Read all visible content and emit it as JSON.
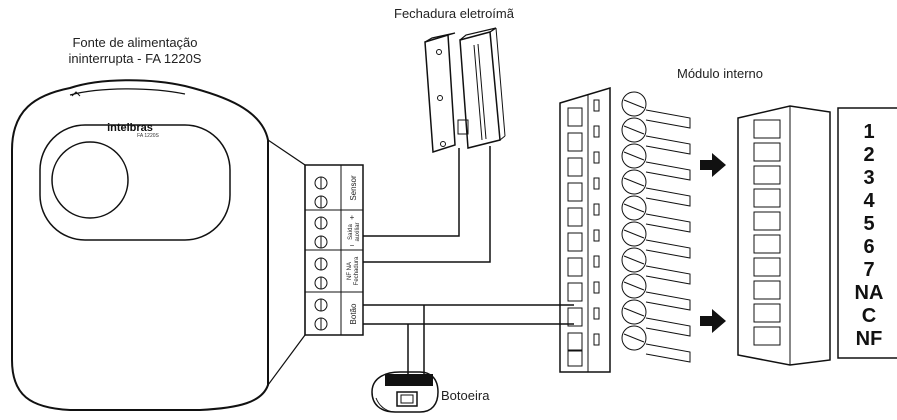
{
  "labels": {
    "power_supply_line1": "Fonte de alimentação",
    "power_supply_line2": "ininterrupta - FA 1220S",
    "lock": "Fechadura eletroímã",
    "internal_module": "Módulo interno",
    "button": "Botoeira"
  },
  "power_supply": {
    "brand": "intelbras",
    "model": "FA 1220S",
    "terminals": {
      "sensor": "Sensor",
      "saida_aux": "Saída",
      "aux": "auxiliar",
      "plus": "+",
      "minus": "−",
      "fechadura": "Fechadura",
      "fechadura_sub": "NF NA",
      "botao": "Botão"
    }
  },
  "module_pins": [
    "1",
    "2",
    "3",
    "4",
    "5",
    "6",
    "7",
    "NA",
    "C",
    "NF"
  ]
}
